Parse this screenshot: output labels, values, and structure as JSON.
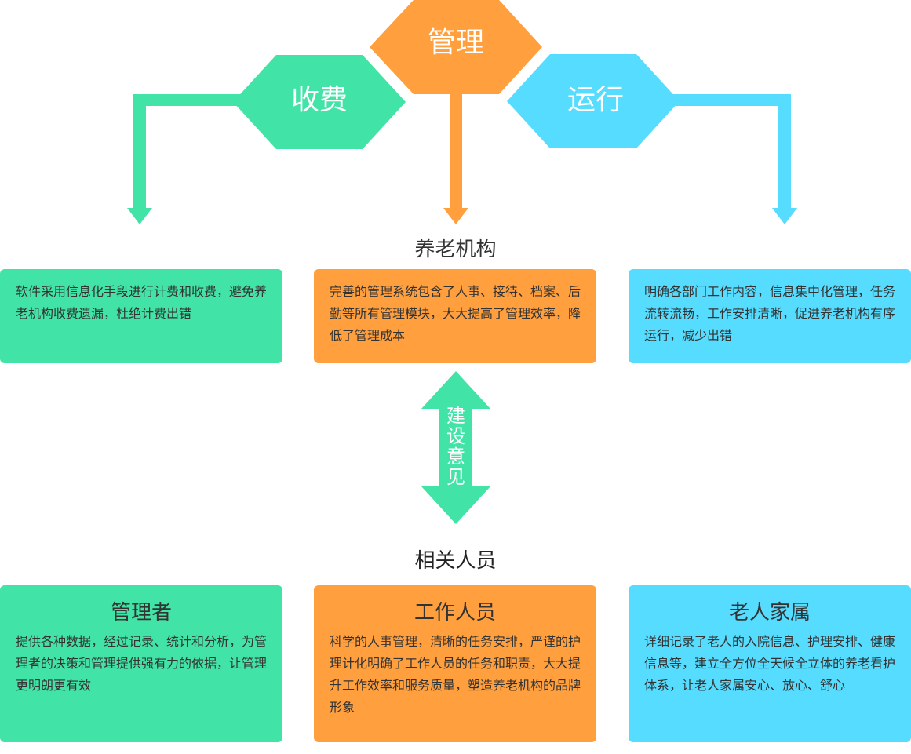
{
  "top_hexagons": {
    "manage": "管理",
    "fee": "收费",
    "run": "运行"
  },
  "colors": {
    "green": "#42E3A6",
    "orange": "#FF9F3D",
    "cyan": "#56DCFF"
  },
  "institution": {
    "title": "养老机构",
    "boxes": [
      {
        "text": "软件采用信息化手段进行计费和收费，避免养老机构收费遗漏，杜绝计费出错"
      },
      {
        "text": "完善的管理系统包含了人事、接待、档案、后勤等所有管理模块，大大提高了管理效率，降低了管理成本"
      },
      {
        "text": "明确各部门工作内容，信息集中化管理，任务流转流畅，工作安排清晰，促进养老机构有序运行，减少出错"
      }
    ]
  },
  "double_arrow": {
    "label": "建设意见"
  },
  "people": {
    "title": "相关人员",
    "boxes": [
      {
        "title": "管理者",
        "text": "提供各种数据，经过记录、统计和分析，为管理者的决策和管理提供强有力的依据，让管理更明朗更有效"
      },
      {
        "title": "工作人员",
        "text": "科学的人事管理，清晰的任务安排，严谨的护理计化明确了工作人员的任务和职责，大大提升工作效率和服务质量，塑造养老机构的品牌形象"
      },
      {
        "title": "老人家属",
        "text": "详细记录了老人的入院信息、护理安排、健康信息等，建立全方位全天候全立体的养老看护体系，让老人家属安心、放心、舒心"
      }
    ]
  }
}
